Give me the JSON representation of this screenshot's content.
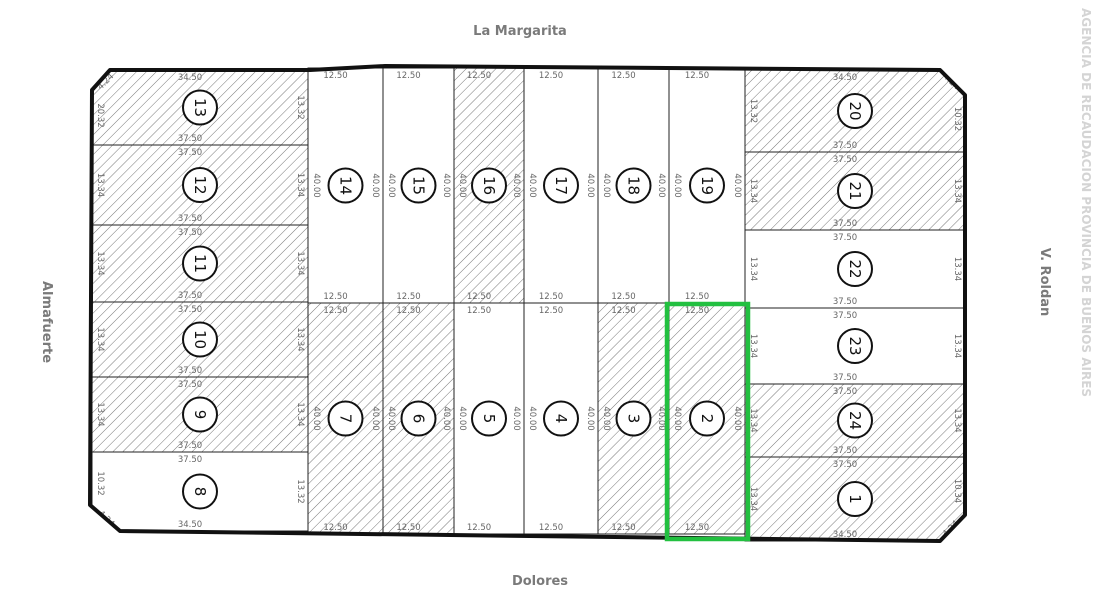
{
  "streets": {
    "top": "La Margarita",
    "bottom": "Dolores",
    "left": "Almafuerte",
    "right": "V. Roldan"
  },
  "watermark": "AGENCIA DE RECAUDACION PROVINCIA DE BUENOS AIRES",
  "colors": {
    "highlight": "#22c040",
    "border": "#111111",
    "dim_text": "#666666"
  },
  "selected_lot": "2",
  "lots": [
    {
      "n": "13",
      "hatched": true,
      "top": "34.50",
      "bottom": "37.50",
      "left": "20.32",
      "right": "13.32",
      "chamfer": "4.24"
    },
    {
      "n": "12",
      "hatched": true,
      "top": "37.50",
      "bottom": "37.50",
      "left": "13.34",
      "right": "13.34"
    },
    {
      "n": "11",
      "hatched": true,
      "top": "37.50",
      "bottom": "37.50",
      "left": "13.34",
      "right": "13.34"
    },
    {
      "n": "10",
      "hatched": true,
      "top": "37.50",
      "bottom": "37.50",
      "left": "13.34",
      "right": "13.34"
    },
    {
      "n": "9",
      "hatched": true,
      "top": "37.50",
      "bottom": "37.50",
      "left": "13.34",
      "right": "13.34"
    },
    {
      "n": "8",
      "hatched": false,
      "top": "37.50",
      "bottom": "34.50",
      "left": "10.32",
      "right": "13.32",
      "chamfer": "4.24"
    },
    {
      "n": "14",
      "hatched": false,
      "top": "12.50",
      "bottom": "12.50",
      "left": "40.00",
      "right": "40.00"
    },
    {
      "n": "15",
      "hatched": false,
      "top": "12.50",
      "bottom": "12.50",
      "left": "40.00",
      "right": "40.00"
    },
    {
      "n": "16",
      "hatched": true,
      "top": "12.50",
      "bottom": "12.50",
      "left": "40.00",
      "right": "40.00"
    },
    {
      "n": "17",
      "hatched": false,
      "top": "12.50",
      "bottom": "12.50",
      "left": "40.00",
      "right": "40.00"
    },
    {
      "n": "18",
      "hatched": false,
      "top": "12.50",
      "bottom": "12.50",
      "left": "40.00",
      "right": "40.00"
    },
    {
      "n": "19",
      "hatched": false,
      "top": "12.50",
      "bottom": "12.50",
      "left": "40.00",
      "right": "40.00"
    },
    {
      "n": "7",
      "hatched": true,
      "top": "12.50",
      "bottom": "12.50",
      "left": "40.00",
      "right": "40.00"
    },
    {
      "n": "6",
      "hatched": true,
      "top": "12.50",
      "bottom": "12.50",
      "left": "40.00",
      "right": "40.00"
    },
    {
      "n": "5",
      "hatched": false,
      "top": "12.50",
      "bottom": "12.50",
      "left": "40.00",
      "right": "40.00"
    },
    {
      "n": "4",
      "hatched": false,
      "top": "12.50",
      "bottom": "12.50",
      "left": "40.00",
      "right": "40.00"
    },
    {
      "n": "3",
      "hatched": true,
      "top": "12.50",
      "bottom": "12.50",
      "left": "40.00",
      "right": "40.00"
    },
    {
      "n": "2",
      "hatched": true,
      "top": "12.50",
      "bottom": "12.50",
      "left": "40.00",
      "right": "40.00"
    },
    {
      "n": "20",
      "hatched": true,
      "top": "34.50",
      "bottom": "37.50",
      "left": "13.32",
      "right": "10.32",
      "chamfer": "4.24"
    },
    {
      "n": "21",
      "hatched": true,
      "top": "37.50",
      "bottom": "37.50",
      "left": "13.34",
      "right": "13.34"
    },
    {
      "n": "22",
      "hatched": false,
      "top": "37.50",
      "bottom": "37.50",
      "left": "13.34",
      "right": "13.34"
    },
    {
      "n": "23",
      "hatched": false,
      "top": "37.50",
      "bottom": "37.50",
      "left": "13.34",
      "right": "13.34"
    },
    {
      "n": "24",
      "hatched": true,
      "top": "37.50",
      "bottom": "37.50",
      "left": "13.34",
      "right": "13.34"
    },
    {
      "n": "1",
      "hatched": true,
      "top": "37.50",
      "bottom": "34.50",
      "left": "13.34",
      "right": "10.34",
      "chamfer": "4.24"
    }
  ]
}
